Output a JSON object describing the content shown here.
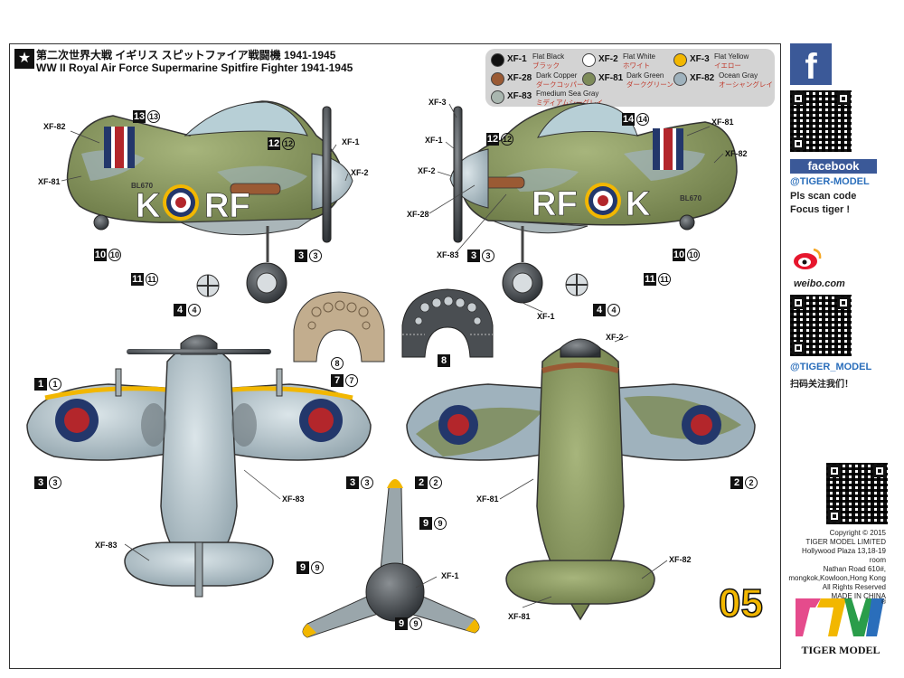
{
  "header": {
    "title_jp": "第二次世界大戦 イギリス スピットファイア戦闘機 1941-1945",
    "title_en": "WW II Royal Air Force  Supermarine Spitfire Fighter 1941-1945",
    "star_icon": "star-icon"
  },
  "palette": {
    "items": [
      {
        "code": "XF-1",
        "name": "Flat Black",
        "kana": "ブラック",
        "color": "#111111"
      },
      {
        "code": "XF-2",
        "name": "Flat White",
        "kana": "ホワイト",
        "color": "#ffffff"
      },
      {
        "code": "XF-3",
        "name": "Flat Yellow",
        "kana": "イエロー",
        "color": "#f2b700"
      },
      {
        "code": "XF-28",
        "name": "Dark Copper",
        "kana": "ダークコッパー",
        "color": "#9a5a34"
      },
      {
        "code": "XF-81",
        "name": "Dark Green",
        "kana": "ダークグリーン",
        "color": "#7e8c5a"
      },
      {
        "code": "XF-82",
        "name": "Ocean Gray",
        "kana": "オーシャングレイ",
        "color": "#9fb2bd"
      },
      {
        "code": "XF-83",
        "name": "Fmedium Sea Gray",
        "kana": "ミディアムシーグレイ",
        "color": "#a9b6af"
      }
    ]
  },
  "aircraft": {
    "left_code": "K",
    "left_code2": "RF",
    "right_code": "RF",
    "right_code2": "K",
    "serial": "BL670"
  },
  "callouts": {
    "xf82_a": "XF-82",
    "xf81_a": "XF-81",
    "xf1_a": "XF-1",
    "xf2_a": "XF-2",
    "xf3_b": "XF-3",
    "xf1_b": "XF-1",
    "xf2_b": "XF-2",
    "xf28_b": "XF-28",
    "xf83_b": "XF-83",
    "xf81_b": "XF-81",
    "xf82_b": "XF-82",
    "xf1_c": "XF-1",
    "xf2_c": "XF-2",
    "xf83_c": "XF-83",
    "xf83_d": "XF-83",
    "xf1_d": "XF-1",
    "xf81_c": "XF-81",
    "xf82_c": "XF-82",
    "xf81_d": "XF-81"
  },
  "decals": [
    {
      "sq": "13",
      "cir": "13"
    },
    {
      "sq": "12",
      "cir": "12"
    },
    {
      "sq": "10",
      "cir": "10"
    },
    {
      "sq": "11",
      "cir": "11"
    },
    {
      "sq": "3",
      "cir": "3"
    },
    {
      "sq": "4",
      "cir": "4"
    },
    {
      "sq": "12",
      "cir": "12"
    },
    {
      "sq": "14",
      "cir": "14"
    },
    {
      "sq": "10",
      "cir": "10"
    },
    {
      "sq": "3",
      "cir": "3"
    },
    {
      "sq": "11",
      "cir": "11"
    },
    {
      "sq": "4",
      "cir": "4"
    },
    {
      "cir": "8"
    },
    {
      "sq": "8"
    },
    {
      "sq": "7",
      "cir": "7"
    },
    {
      "sq": "1",
      "cir": "1"
    },
    {
      "sq": "3",
      "cir": "3"
    },
    {
      "sq": "3",
      "cir": "3"
    },
    {
      "sq": "9",
      "cir": "9"
    },
    {
      "sq": "9",
      "cir": "9"
    },
    {
      "sq": "9",
      "cir": "9"
    },
    {
      "sq": "2",
      "cir": "2"
    },
    {
      "sq": "2",
      "cir": "2"
    }
  ],
  "sidebar": {
    "facebook_label": "facebook",
    "fb_handle": "@TIGER-MODEL",
    "scan_line1": "Pls scan code",
    "scan_line2": "Focus tiger !",
    "weibo_label": "weibo.com",
    "weibo_handle": "@TIGER_MODEL",
    "weibo_cn": "扫码关注我们！",
    "fb_icon": "facebook-icon",
    "weibo_icon": "weibo-icon"
  },
  "copyright": {
    "l1": "Copyright © 2015",
    "l2": "TIGER MODEL LIMITED",
    "l3": "Hollywood Plaza 13,18-19 room",
    "l4": "Nathan Road 610#,",
    "l5": "mongkok,Kowloon,Hong Kong",
    "l6": "All Rights Reserved",
    "l7": "MADE IN CHINA"
  },
  "page_number": "05",
  "brand": "TIGER MODEL",
  "colors": {
    "fb_blue": "#3b5998",
    "page_yellow": "#f2b700",
    "raf_blue": "#23376b",
    "raf_red": "#b3262b",
    "gray_sky": "#b7c4c9",
    "green": "#7e8c5a"
  }
}
